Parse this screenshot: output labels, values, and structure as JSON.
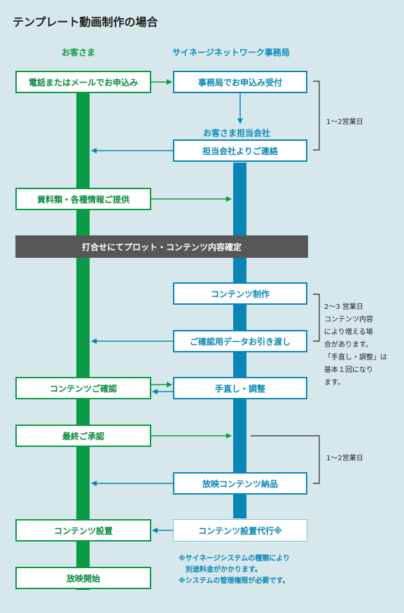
{
  "title": "テンプレート動画制作の場合",
  "columns": {
    "customer": "お客さま",
    "office": "サイネージネットワーク事務局",
    "sub_office": "お客さま担当会社"
  },
  "customer_steps": [
    "電話またはメールでお申込み",
    "資料類・各種情報ご提供",
    "コンテンツご確認",
    "最終ご承認",
    "コンテンツ設置",
    "放映開始"
  ],
  "office_steps": [
    "事務局でお申込み受付",
    "担当会社よりご連絡",
    "コンテンツ制作",
    "ご確認用データお引き渡し",
    "手直し・調整",
    "放映コンテンツ納品",
    "コンテンツ設置代行※"
  ],
  "banner": "打合せにてプロット・コンテンツ内容確定",
  "notes": {
    "top": "1〜2営業日",
    "middle": [
      "2〜3 営業日",
      "コンテンツ内容",
      "により増える場",
      "合があります。",
      "「手直し・調整」は",
      "基本１回になり",
      "ます。"
    ],
    "bottom": "1〜2営業日"
  },
  "footnote": [
    "※サイネージシステムの種類により",
    "　別途料金がかかります。",
    "※システムの管理権限が必要です。"
  ],
  "colors": {
    "green": "#0b9a46",
    "blue": "#0a86b6",
    "banner": "#575757",
    "background": "#d7e8ec"
  }
}
